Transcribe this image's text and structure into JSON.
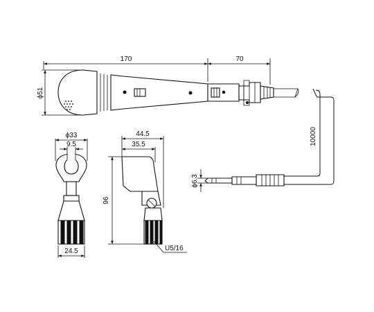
{
  "dimensions": {
    "mic_length": "170",
    "plug_length": "70",
    "head_diameter": "ϕ51",
    "cable_length": "10000",
    "holder_outer_diameter": "ϕ33",
    "holder_gap": "9.5",
    "holder_base_width": "24.5",
    "holder_width": "44.5",
    "holder_inner_width": "35.5",
    "holder_height": "96",
    "thread_spec": "U5/16",
    "plug_diameter": "ϕ6.3"
  }
}
